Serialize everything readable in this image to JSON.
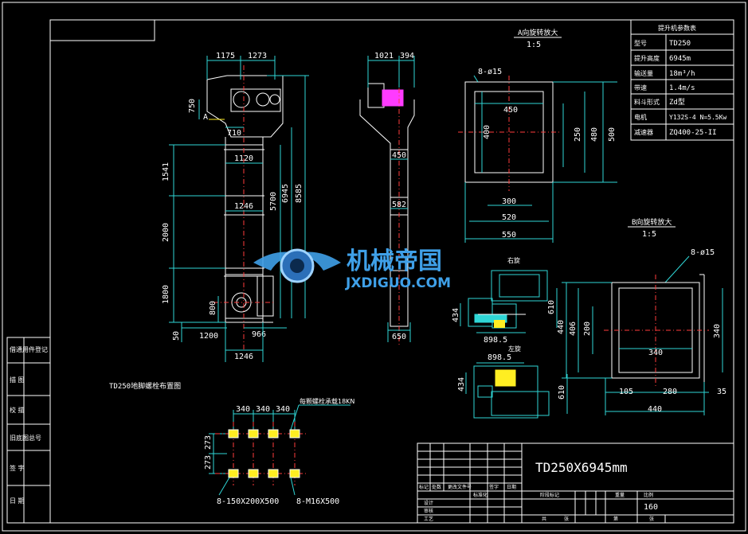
{
  "watermark": {
    "cn": "机械帝国",
    "en": "JXDIGUO.COM"
  },
  "view_a": {
    "title": "A向旋转放大",
    "scale": "1:5",
    "holes": "8-ø15",
    "dims": {
      "d450": "450",
      "d400": "400",
      "d250": "250",
      "d480": "480",
      "d500": "500",
      "d300": "300",
      "d520": "520",
      "d550": "550"
    }
  },
  "view_b": {
    "title": "B向旋转放大",
    "scale": "1:5",
    "holes": "8-ø15",
    "dims": {
      "d440v": "440",
      "d406": "406",
      "d200": "200",
      "d340v": "340",
      "d340h": "340",
      "d105": "105",
      "d280": "280",
      "d35": "35",
      "d440h": "440"
    }
  },
  "params": {
    "title": "提升机参数表",
    "rows": [
      {
        "k": "型号",
        "v": "TD250"
      },
      {
        "k": "提升高度",
        "v": "6945m"
      },
      {
        "k": "输送量",
        "v": "18m³/h"
      },
      {
        "k": "带速",
        "v": "1.4m/s"
      },
      {
        "k": "料斗形式",
        "v": "Zd型"
      },
      {
        "k": "电机",
        "v": "Y132S-4  N=5.5Kw"
      },
      {
        "k": "减速器",
        "v": "ZQ400-25-II"
      }
    ]
  },
  "front": {
    "dims": {
      "top1": "1175",
      "top2": "1273",
      "d750": "750",
      "label_a": "A",
      "d710": "710",
      "d1120": "1120",
      "d1541": "1541",
      "d5700": "5700",
      "d6945": "6945",
      "d8585": "8585",
      "d1246a": "1246",
      "d2000": "2000",
      "d1800": "1800",
      "d800": "800",
      "d1200": "1200",
      "d50": "50",
      "d966": "966",
      "d1246b": "1246"
    },
    "caption": "TD250地脚螺栓布置图"
  },
  "side": {
    "dims": {
      "top1": "1021",
      "top2": "394",
      "d450": "450",
      "d582": "582",
      "d650": "650"
    }
  },
  "drive": {
    "right_label": "右旋",
    "left_label": "左旋",
    "d434a": "434",
    "d610a": "610",
    "d898a": "898.5",
    "d898b": "898.5",
    "d434b": "434",
    "d610b": "610"
  },
  "bolts": {
    "top": [
      "340",
      "340",
      "340"
    ],
    "left": [
      "273",
      "273"
    ],
    "load": "每颗螺栓承载18KN",
    "callout_left": "8-150X200X500",
    "callout_right": "8-M16X500"
  },
  "left_strip": [
    "借通用件登记",
    "描  图",
    "校  描",
    "旧底图总号",
    "签  字",
    "日  期"
  ],
  "title_block": {
    "drawing_no": "TD250X6945mm",
    "headers": [
      "标记",
      "处数",
      "更改文件号",
      "签字",
      "日期"
    ],
    "roles": [
      "设计",
      "审核",
      "工艺"
    ],
    "std": "标准化",
    "stage": "阶段标记",
    "weight_h": "重量",
    "scale_h": "比例",
    "scale_v": "160",
    "sheets": [
      "共",
      "张",
      "第",
      "张"
    ]
  }
}
